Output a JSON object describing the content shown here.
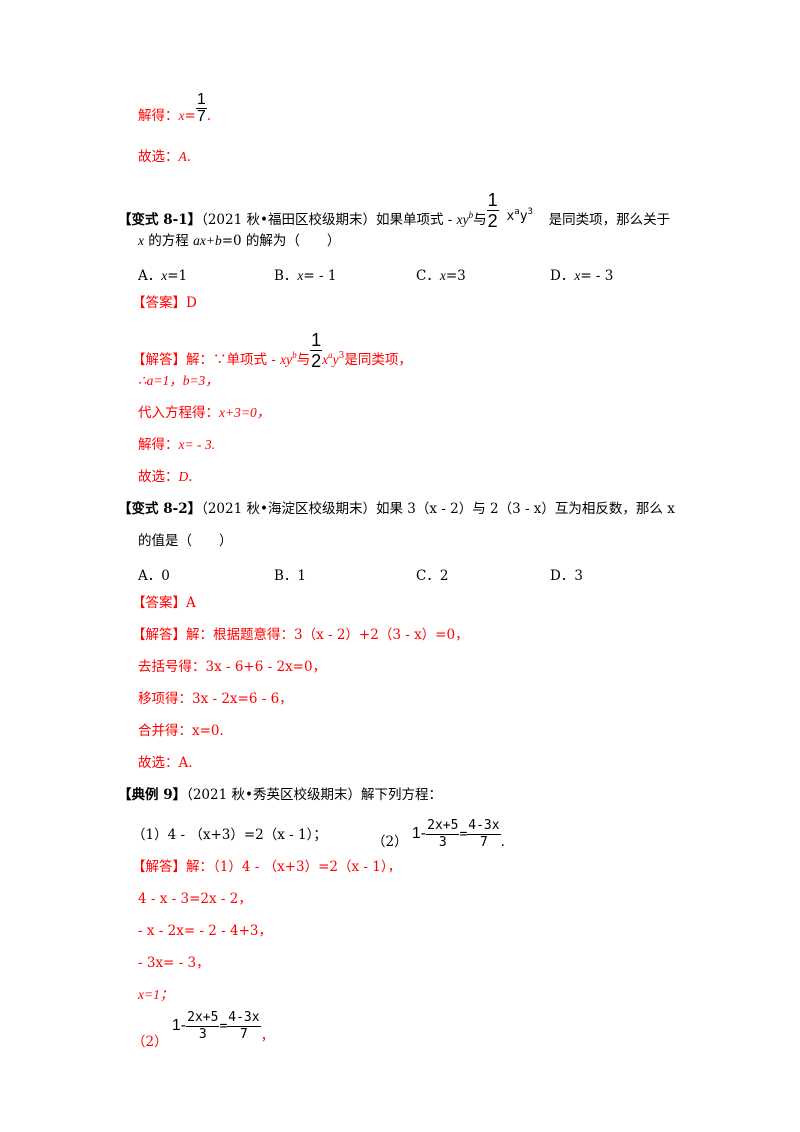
{
  "page": {
    "prev_solution": {
      "line1_prefix": "解得：",
      "line1_var": "x",
      "line1_eq": "=",
      "line1_frac_num": "1",
      "line1_frac_den": "7",
      "line1_suffix": ".",
      "line2_prefix": "故选：",
      "line2_answer": "A",
      "line2_suffix": "."
    },
    "variant_8_1": {
      "tag": "【变式 8-1】",
      "source": "（2021 秋•福田区校级期末）",
      "stem_part1": "如果单项式 - ",
      "stem_mono1": "xy",
      "stem_mono1_exp": "b",
      "stem_with": "与",
      "stem_frac_num": "1",
      "stem_frac_den": "2",
      "stem_mono2_x": "x",
      "stem_mono2_a": "a",
      "stem_mono2_y": "y",
      "stem_mono2_3": "3",
      "stem_part2": "是同类项，那么关于",
      "stem_line2_var": "x",
      "stem_line2_text": " 的方程 ",
      "stem_line2_eq": "ax+b",
      "stem_line2_rest": "=0 的解为（　　）",
      "options": [
        {
          "label": "A．",
          "var": "x",
          "value": "=1"
        },
        {
          "label": "B．",
          "var": "x",
          "value": "= - 1"
        },
        {
          "label": "C．",
          "var": "x",
          "value": "=3"
        },
        {
          "label": "D．",
          "var": "x",
          "value": "= - 3"
        }
      ],
      "answer_tag": "【答案】",
      "answer": "D",
      "solution_tag": "【解答】",
      "solution_lines": {
        "l1_a": "解：∵单项式 - ",
        "l1_mono1": "xy",
        "l1_exp_b": "b",
        "l1_with": "与",
        "l1_frac_num": "1",
        "l1_frac_den": "2",
        "l1_x": "x",
        "l1_exp_a": "a",
        "l1_y": "y",
        "l1_exp_3": "3",
        "l1_rest": "是同类项，",
        "l2": "∴a=1，b=3，",
        "l3_prefix": "代入方程得：",
        "l3_eq": "x+3=0，",
        "l4_prefix": "解得：",
        "l4_eq": "x= - 3.",
        "l5_prefix": "故选：",
        "l5_answer": "D",
        "l5_suffix": "."
      }
    },
    "variant_8_2": {
      "tag": "【变式 8-2】",
      "source": "（2021 秋•海淀区校级期末）",
      "stem_line1": "如果 3（x - 2）与 2（3 - x）互为相反数，那么 x",
      "stem_line2": "的值是（　　）",
      "options": [
        {
          "label": "A．",
          "value": "0"
        },
        {
          "label": "B．",
          "value": "1"
        },
        {
          "label": "C．",
          "value": "2"
        },
        {
          "label": "D．",
          "value": "3"
        }
      ],
      "answer_tag": "【答案】",
      "answer": "A",
      "solution_tag": "【解答】",
      "solution_lines": [
        "解：根据题意得：3（x - 2）+2（3 - x）=0，",
        "去括号得：3x - 6+6 - 2x=0，",
        "移项得：3x - 2x=6 - 6，",
        "合并得：x=0.",
        "故选：A."
      ]
    },
    "example_9": {
      "tag": "【典例 9】",
      "source": "（2021 秋•秀英区校级期末）",
      "stem": "解下列方程：",
      "part1_label": "（1）",
      "part1_eq": "4 - （x+3）=2（x - 1）；",
      "part2_label": "（2）",
      "part2_lhs_1": "1-",
      "part2_frac1_num": "2x+5",
      "part2_frac1_den": "3",
      "part2_eq": "=",
      "part2_frac2_num": "4-3x",
      "part2_frac2_den": "7",
      "part2_suffix": ".",
      "solution_tag": "【解答】",
      "solution_lines": [
        "解：（1）4 - （x+3）=2（x - 1），",
        "4 - x - 3=2x - 2，",
        " - x - 2x= - 2 - 4+3，",
        " - 3x= - 3，",
        "x=1；"
      ],
      "solution_part2_label": "（2）",
      "solution_part2_suffix": "，"
    }
  }
}
